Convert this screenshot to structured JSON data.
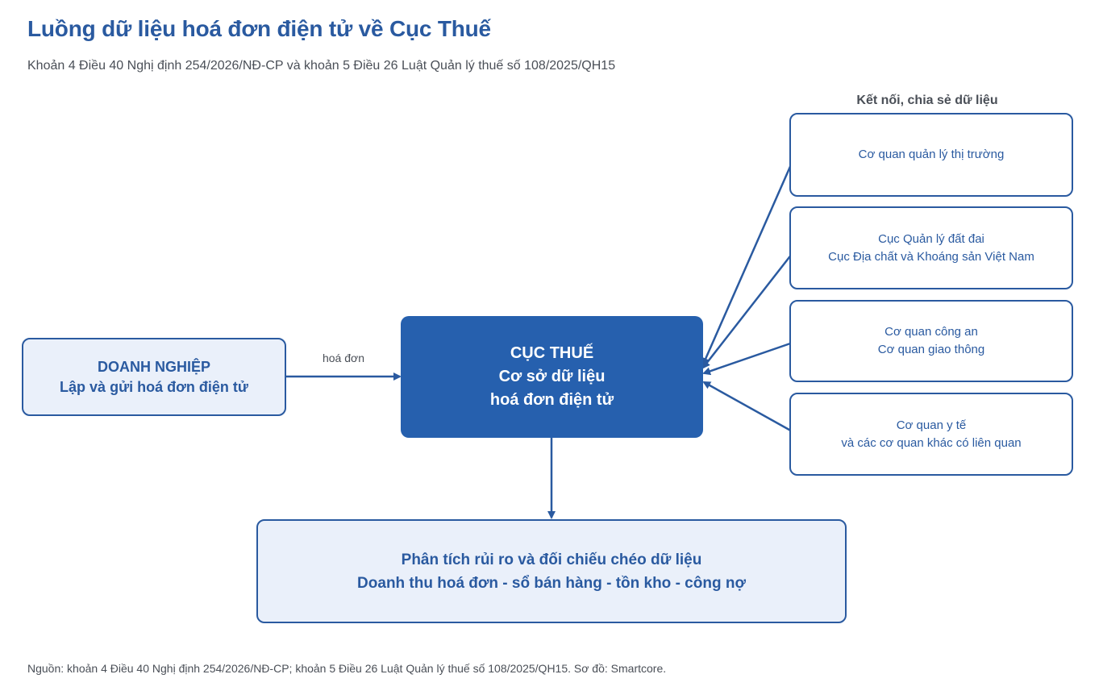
{
  "header": {
    "title": "Luồng dữ liệu hoá đơn điện tử về Cục Thuế",
    "subtitle": "Khoản 4 Điều 40 Nghị định 254/2026/NĐ-CP và khoản 5 Điều 26 Luật Quản lý thuế số 108/2025/QH15"
  },
  "nodes": {
    "enterprise": {
      "line1": "DOANH NGHIỆP",
      "line2": "Lập và gửi hoá đơn điện tử"
    },
    "tax": {
      "line1": "CỤC THUẾ",
      "line2": "Cơ sở dữ liệu",
      "line3": "hoá đơn điện tử"
    },
    "analysis": {
      "line1": "Phân tích rủi ro và đối chiếu chéo dữ liệu",
      "line2": "Doanh thu hoá đơn - sổ bán hàng - tồn kho - công nợ"
    },
    "sharing": {
      "heading": "Kết nối, chia sẻ dữ liệu",
      "items": [
        {
          "line1": "Cơ quan quản lý thị trường"
        },
        {
          "line1": "Cục Quản lý đất đai",
          "line2": "Cục Địa chất và Khoáng sản Việt Nam"
        },
        {
          "line1": "Cơ quan công an",
          "line2": "Cơ quan giao thông"
        },
        {
          "line1": "Cơ quan y tế",
          "line2": "và các cơ quan khác có liên quan"
        }
      ]
    }
  },
  "edges": {
    "enterprise_to_tax_label": "hoá đơn"
  },
  "footer": {
    "source": "Nguồn: khoản 4 Điều 40 Nghị định 254/2026/NĐ-CP; khoản 5 Điều 26 Luật Quản lý thuế số 108/2025/QH15. Sơ đồ: Smartcore."
  },
  "colors": {
    "primary": "#2a5aa0",
    "tax_fill": "#2660ae",
    "light_fill": "#eaf0fa",
    "muted_text": "#4a4f57"
  }
}
